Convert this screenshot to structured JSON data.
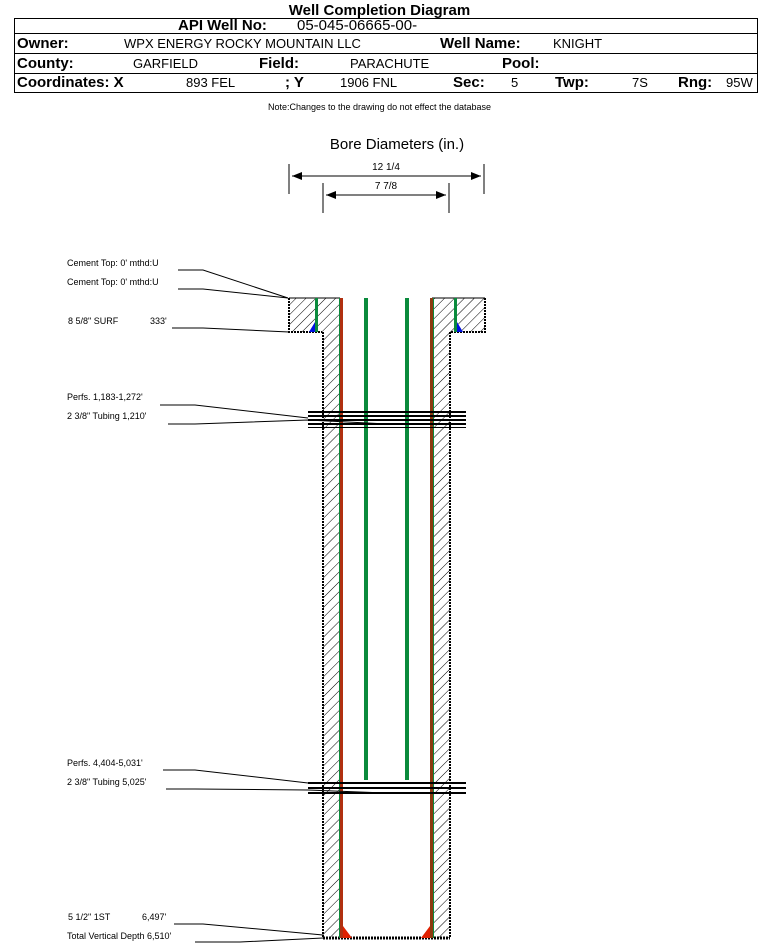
{
  "title": "Well Completion Diagram",
  "header": {
    "api_label": "API Well No:",
    "api_value": "05-045-06665-00-",
    "owner_label": "Owner:",
    "owner_value": "WPX ENERGY ROCKY MOUNTAIN LLC",
    "well_name_label": "Well Name:",
    "well_name_value": "KNIGHT",
    "county_label": "County:",
    "county_value": "GARFIELD",
    "field_label": "Field:",
    "field_value": "PARACHUTE",
    "pool_label": "Pool:",
    "pool_value": "",
    "coord_x_label": "Coordinates: X",
    "coord_x_value": "893 FEL",
    "coord_y_label": "; Y",
    "coord_y_value": "1906 FNL",
    "sec_label": "Sec:",
    "sec_value": "5",
    "twp_label": "Twp:",
    "twp_value": "7S",
    "rng_label": "Rng:",
    "rng_value": "95W"
  },
  "note": "Note:Changes to the drawing do not effect the database",
  "bore": {
    "title": "Bore Diameters (in.)",
    "outer": "12 1/4",
    "inner": "7 7/8"
  },
  "annotations": {
    "cement_top_1": "Cement Top: 0' mthd:U",
    "cement_top_2": "Cement Top: 0' mthd:U",
    "surface_casing": "8 5/8\" SURF",
    "surface_depth": "333'",
    "perfs_1": "Perfs. 1,183-1,272'",
    "tubing_1": "2 3/8\" Tubing 1,210'",
    "perfs_2": "Perfs. 4,404-5,031'",
    "tubing_2": "2 3/8\" Tubing 5,025'",
    "production_casing": "5 1/2\" 1ST",
    "production_depth": "6,497'",
    "tvd": "Total Vertical Depth 6,510'"
  },
  "colors": {
    "casing_red": "#e02000",
    "casing_brown": "#8b3a10",
    "tubing_green": "#0a8a3c",
    "cement_blue": "#0010e0",
    "hatch": "#000000"
  }
}
